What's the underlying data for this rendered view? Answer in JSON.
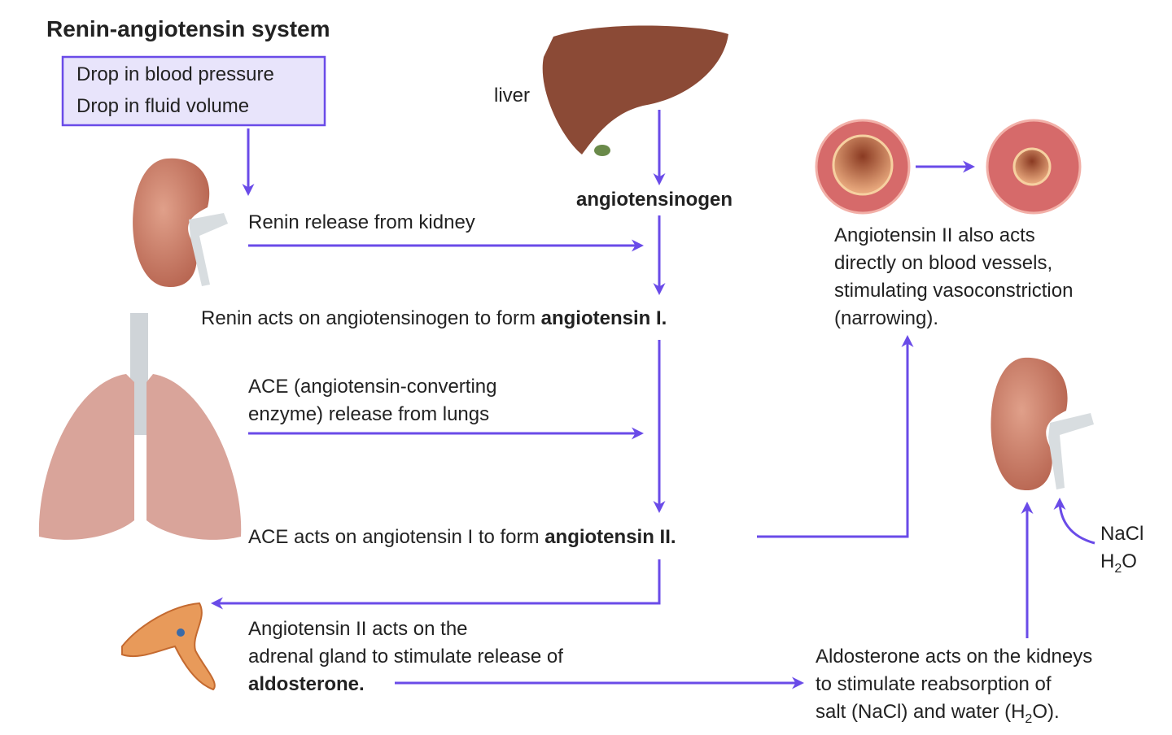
{
  "title": "Renin-angiotensin system",
  "trigger_box": {
    "line1": "Drop in blood pressure",
    "line2": "Drop in fluid volume"
  },
  "labels": {
    "liver": "liver",
    "angiotensinogen": "angiotensinogen",
    "renin_release": "Renin release from kidney",
    "renin_acts": "Renin acts on angiotensinogen to form ",
    "angiotensin_1": "angiotensin I.",
    "ace_release_1": "ACE (angiotensin-converting",
    "ace_release_2": "enzyme) release from lungs",
    "ace_acts": "ACE acts on angiotensin I to form ",
    "angiotensin_2": "angiotensin II.",
    "vessels_1": "Angiotensin II also acts",
    "vessels_2": "directly on blood vessels,",
    "vessels_3": "stimulating vasoconstriction",
    "vessels_4": "(narrowing).",
    "adrenal_1": "Angiotensin II acts on the",
    "adrenal_2": "adrenal gland to stimulate release of",
    "aldosterone": "aldosterone.",
    "kidney_1": "Aldosterone acts on the kidneys",
    "kidney_2": "to stimulate reabsorption of",
    "kidney_3a": "salt (NaCl) and water (H",
    "kidney_3sub": "2",
    "kidney_3b": "O).",
    "nacl": "NaCl",
    "h2o_h": "H",
    "h2o_sub": "2",
    "h2o_o": "O"
  },
  "colors": {
    "arrow": "#6a4be8",
    "box_fill": "#e8e4fb",
    "organ": "#c97a6a",
    "liver": "#8b4a36"
  }
}
